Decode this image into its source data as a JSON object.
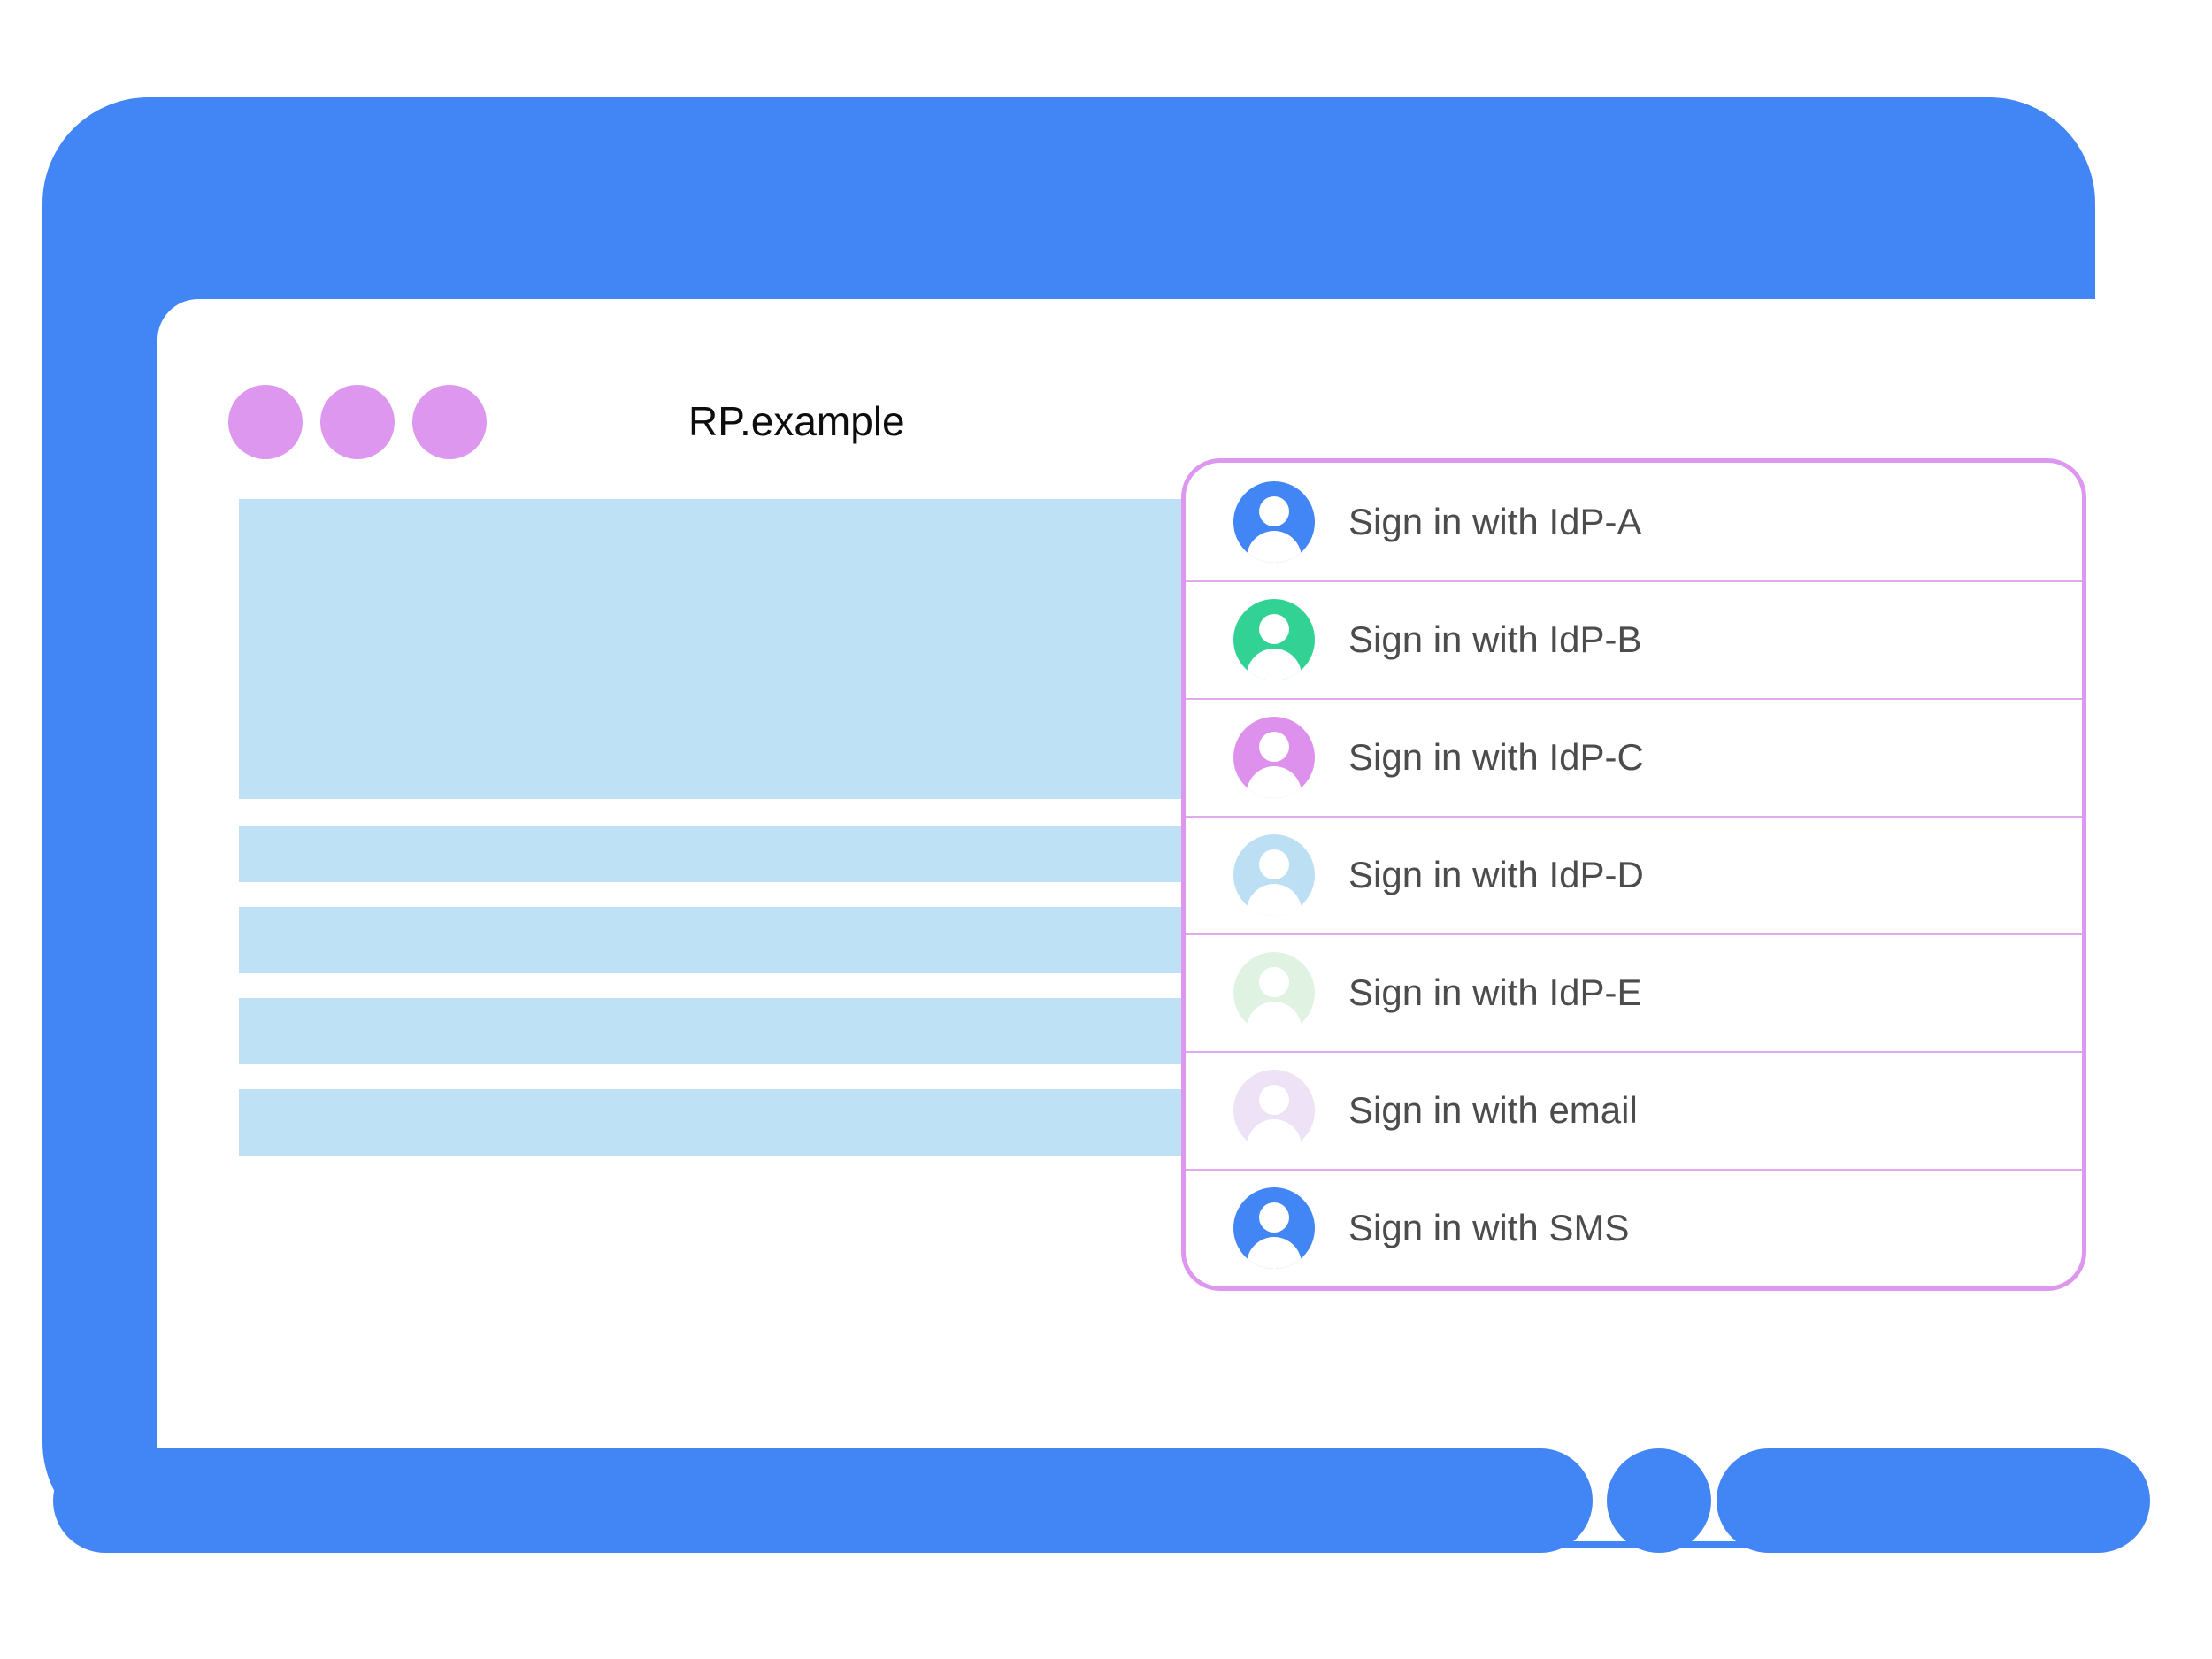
{
  "browser": {
    "title": "RP.example",
    "title_dots": [
      "dot-1",
      "dot-2",
      "dot-3"
    ]
  },
  "colors": {
    "device_frame": "#4285f4",
    "title_dot": "#dd97ef",
    "placeholder_block": "#bfe1f5",
    "popup_border": "#dd97ef",
    "popup_divider": "#e3a9ef",
    "label_text": "#4c4c4c",
    "title_text": "#0d0d0d",
    "screen_background": "#ffffff"
  },
  "content_placeholder": {
    "blocks": [
      {
        "name": "hero-block",
        "kind": "hero"
      },
      {
        "name": "text-bar-1",
        "kind": "bar"
      },
      {
        "name": "text-bar-2",
        "kind": "bar-tall"
      },
      {
        "name": "text-bar-3",
        "kind": "bar-tall"
      },
      {
        "name": "text-bar-4",
        "kind": "bar-tall"
      }
    ]
  },
  "account_chooser": {
    "accounts": [
      {
        "label": "Sign in with IdP-A",
        "avatar_color": "#4285f4",
        "icon": "person-avatar-icon"
      },
      {
        "label": "Sign in with IdP-B",
        "avatar_color": "#32d294",
        "icon": "person-avatar-icon"
      },
      {
        "label": "Sign in with IdP-C",
        "avatar_color": "#dd90ec",
        "icon": "person-avatar-icon"
      },
      {
        "label": "Sign in with IdP-D",
        "avatar_color": "#bddff4",
        "icon": "person-avatar-icon"
      },
      {
        "label": "Sign in with IdP-E",
        "avatar_color": "#e0f3e2",
        "icon": "person-avatar-icon"
      },
      {
        "label": "Sign in with email",
        "avatar_color": "#eee2f6",
        "icon": "person-avatar-icon"
      },
      {
        "label": "Sign in with SMS",
        "avatar_color": "#4285f4",
        "icon": "person-avatar-icon"
      }
    ]
  },
  "device": {
    "home_button": "home-button"
  }
}
